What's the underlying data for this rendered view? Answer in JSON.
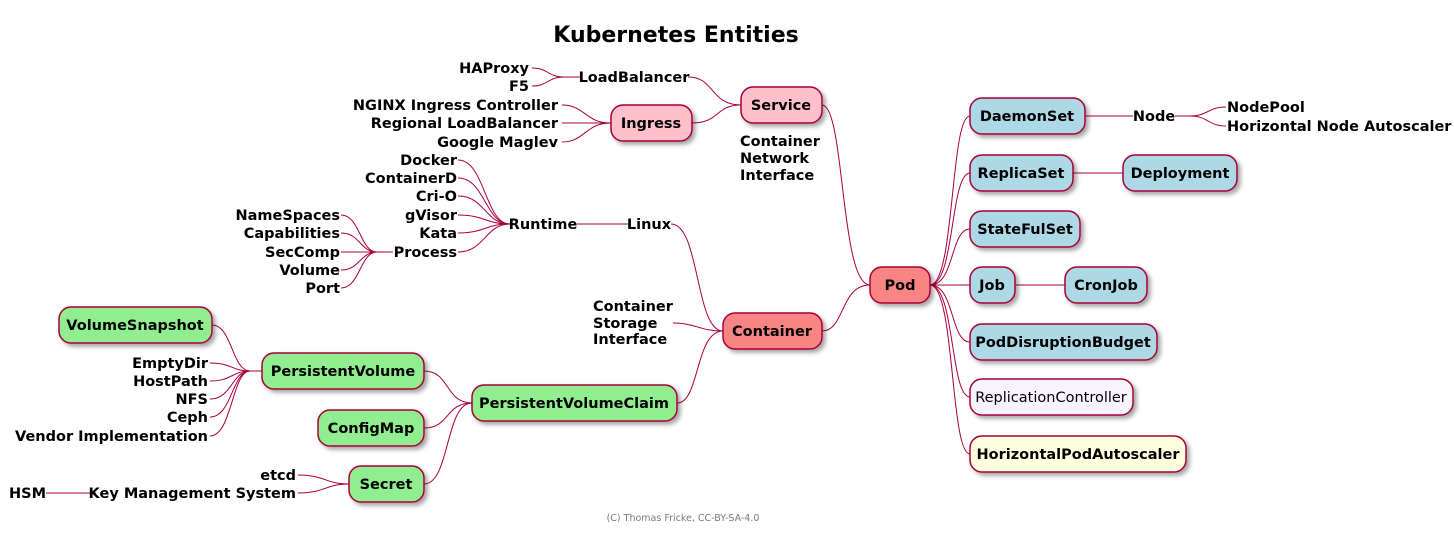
{
  "title": "Kubernetes Entities",
  "footer": "(C) Thomas Fricke, CC-BY-SA-4.0",
  "colors": {
    "line": "#a80036",
    "pink": "#ffc0cb",
    "salmon": "#f88484",
    "blue": "#add8e6",
    "green": "#90ee90",
    "lavender": "#f8f4ff",
    "cream": "#ffffe0"
  },
  "nodes": {
    "pod": "Pod",
    "service": "Service",
    "load_balancer": "LoadBalancer",
    "haproxy": "HAProxy",
    "f5": "F5",
    "ingress": "Ingress",
    "nginx": "NGINX Ingress Controller",
    "regional_lb": "Regional LoadBalancer",
    "maglev": "Google Maglev",
    "cni": [
      "Container",
      "Network",
      "Interface"
    ],
    "container": "Container",
    "linux": "Linux",
    "runtime": "Runtime",
    "docker": "Docker",
    "containerd": "ContainerD",
    "crio": "Cri-O",
    "gvisor": "gVisor",
    "kata": "Kata",
    "process": "Process",
    "namespaces": "NameSpaces",
    "capabilities": "Capabilities",
    "seccomp": "SecComp",
    "volume": "Volume",
    "port": "Port",
    "csi": [
      "Container",
      "Storage",
      "Interface"
    ],
    "pvc": "PersistentVolumeClaim",
    "pv": "PersistentVolume",
    "snapshot": "VolumeSnapshot",
    "emptydir": "EmptyDir",
    "hostpath": "HostPath",
    "nfs": "NFS",
    "ceph": "Ceph",
    "vendor": "Vendor Implementation",
    "configmap": "ConfigMap",
    "secret": "Secret",
    "etcd": "etcd",
    "kms": "Key Management System",
    "hsm": "HSM",
    "daemonset": "DaemonSet",
    "node": "Node",
    "nodepool": "NodePool",
    "hna": "Horizontal Node Autoscaler",
    "replicaset": "ReplicaSet",
    "deployment": "Deployment",
    "statefulset": "StateFulSet",
    "job": "Job",
    "cronjob": "CronJob",
    "pdb": "PodDisruptionBudget",
    "rc": "ReplicationController",
    "hpa": "HorizontalPodAutoscaler"
  }
}
